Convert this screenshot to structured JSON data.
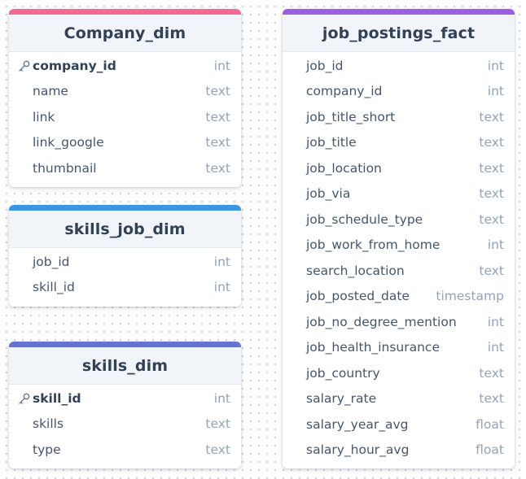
{
  "tables": {
    "company_dim": {
      "title": "Company_dim",
      "color": "#f06a93",
      "columns": [
        {
          "name": "company_id",
          "type": "int",
          "pk": true
        },
        {
          "name": "name",
          "type": "text"
        },
        {
          "name": "link",
          "type": "text"
        },
        {
          "name": "link_google",
          "type": "text"
        },
        {
          "name": "thumbnail",
          "type": "text"
        }
      ]
    },
    "skills_job_dim": {
      "title": "skills_job_dim",
      "color": "#3b96e2",
      "columns": [
        {
          "name": "job_id",
          "type": "int"
        },
        {
          "name": "skill_id",
          "type": "int"
        }
      ]
    },
    "skills_dim": {
      "title": "skills_dim",
      "color": "#6574d4",
      "columns": [
        {
          "name": "skill_id",
          "type": "int",
          "pk": true
        },
        {
          "name": "skills",
          "type": "text"
        },
        {
          "name": "type",
          "type": "text"
        }
      ]
    },
    "job_postings_fact": {
      "title": "job_postings_fact",
      "color": "#9b5ee0",
      "columns": [
        {
          "name": "job_id",
          "type": "int"
        },
        {
          "name": "company_id",
          "type": "int"
        },
        {
          "name": "job_title_short",
          "type": "text"
        },
        {
          "name": "job_title",
          "type": "text"
        },
        {
          "name": "job_location",
          "type": "text"
        },
        {
          "name": "job_via",
          "type": "text"
        },
        {
          "name": "job_schedule_type",
          "type": "text"
        },
        {
          "name": "job_work_from_home",
          "type": "int"
        },
        {
          "name": "search_location",
          "type": "text"
        },
        {
          "name": "job_posted_date",
          "type": "timestamp"
        },
        {
          "name": "job_no_degree_mention",
          "type": "int"
        },
        {
          "name": "job_health_insurance",
          "type": "int"
        },
        {
          "name": "job_country",
          "type": "text"
        },
        {
          "name": "salary_rate",
          "type": "text"
        },
        {
          "name": "salary_year_avg",
          "type": "float"
        },
        {
          "name": "salary_hour_avg",
          "type": "float"
        }
      ]
    }
  },
  "icons": {
    "primary_key": "key-icon"
  }
}
